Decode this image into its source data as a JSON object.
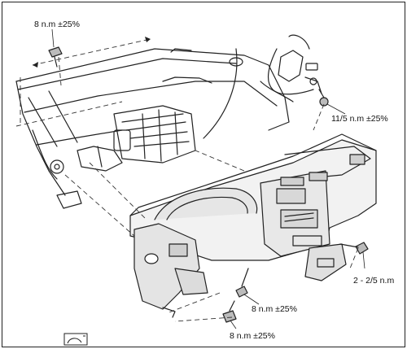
{
  "labels": {
    "torque_top": "8 n.m ±25%",
    "torque_right": "11/5 n.m ±25%",
    "torque_side": "2 - 2/5 n.m",
    "torque_mid": "8 n.m ±25%",
    "torque_bottom": "8 n.m ±25%"
  },
  "icons": {
    "corner": "manual-reference-icon"
  }
}
